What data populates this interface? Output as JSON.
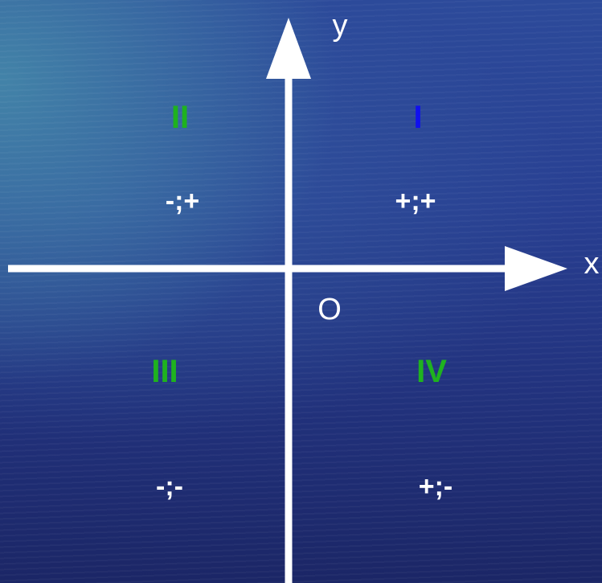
{
  "axes": {
    "x_label": "x",
    "y_label": "y",
    "origin_label": "O",
    "color": "#ffffff"
  },
  "quadrants": [
    {
      "numeral": "I",
      "signs": "+;+",
      "numeral_color": "#1010ee"
    },
    {
      "numeral": "II",
      "signs": "-;+",
      "numeral_color": "#1fb21f"
    },
    {
      "numeral": "III",
      "signs": "-;-",
      "numeral_color": "#1fb21f"
    },
    {
      "numeral": "IV",
      "signs": "+;-",
      "numeral_color": "#1fb21f"
    }
  ],
  "background": "ocean-water-photo"
}
